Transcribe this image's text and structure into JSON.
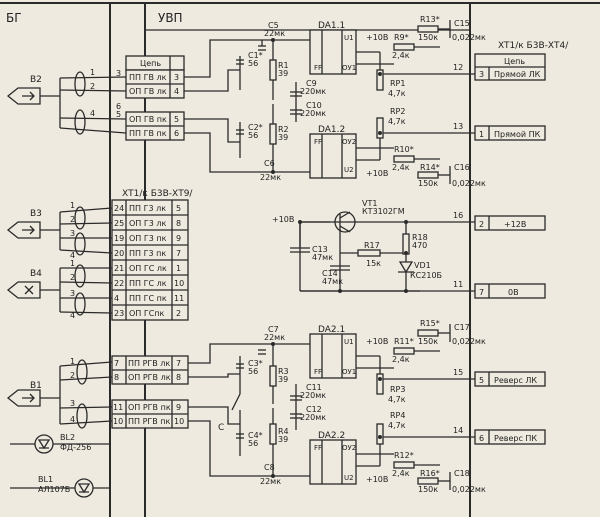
{
  "blocks": {
    "left": "БГ",
    "right": "УВП"
  },
  "connector_top": "XT1/к Б3В-XТ4/",
  "connector_mid": "XТ1/к Б3В-XТ9/",
  "plugs": [
    "B2",
    "B3",
    "B4",
    "B1"
  ],
  "led": [
    "BL2",
    "ФД-256",
    "BL1",
    "АЛ107Б"
  ],
  "left_term": {
    "top": [
      {
        "name": "Цепь",
        "n": ""
      },
      {
        "name": "ПП ГВ лк",
        "n": "3"
      },
      {
        "name": "ОП ГВ лк",
        "n": "4"
      },
      {
        "name": "ОП ГВ пк",
        "n": "5"
      },
      {
        "name": "ПП ГВ пк",
        "n": "6"
      }
    ],
    "mid": [
      {
        "n1": "24",
        "name": "ПП Г3 лк",
        "n": "5"
      },
      {
        "n1": "25",
        "name": "ОП Г3 лк",
        "n": "8"
      },
      {
        "n1": "19",
        "name": "ОП Г3 пк",
        "n": "9"
      },
      {
        "n1": "20",
        "name": "ПП Г3 пк",
        "n": "7"
      },
      {
        "n1": "21",
        "name": "ОП ГС лк",
        "n": "1"
      },
      {
        "n1": "22",
        "name": "ПП ГС лк",
        "n": "10"
      },
      {
        "n1": "4",
        "name": "ПП ГС пк",
        "n": "11"
      },
      {
        "n1": "23",
        "name": "ОП ГСпк",
        "n": "2"
      }
    ],
    "bot": [
      {
        "n1": "7",
        "name": "ПП РГВ лк",
        "n": "7"
      },
      {
        "n1": "8",
        "name": "ОП РГВ лк",
        "n": "8"
      },
      {
        "n1": "11",
        "name": "ОП РГВ пк",
        "n": "9"
      },
      {
        "n1": "10",
        "name": "ПП РГВ пк",
        "n": "10"
      }
    ]
  },
  "plug_pins": {
    "b2": [
      "1",
      "2",
      "3",
      "4",
      "5",
      "6"
    ],
    "b3": [
      "1",
      "2",
      "3",
      "4"
    ],
    "b4": [
      "1",
      "2",
      "3",
      "4"
    ],
    "b1": [
      "1",
      "2",
      "3",
      "4"
    ]
  },
  "right_term": [
    {
      "num": "",
      "name": "Цепь"
    },
    {
      "num": "3",
      "name": "Прямой ЛК"
    },
    {
      "num": "1",
      "name": "Прямой ПК"
    },
    {
      "num": "2",
      "name": "+12В"
    },
    {
      "num": "7",
      "name": "0В"
    },
    {
      "num": "5",
      "name": "Реверс ЛК"
    },
    {
      "num": "6",
      "name": "Реверс ПК"
    }
  ],
  "line_nums": [
    "12",
    "13",
    "16",
    "11",
    "15",
    "14"
  ],
  "opamps": [
    "DA1.1",
    "DA1.2",
    "DA2.1",
    "DA2.2"
  ],
  "opamp_pins": [
    "FF",
    "U1",
    "U2",
    "ОУ1",
    "ОУ2"
  ],
  "vplus": "+10В",
  "c_label": "С",
  "transistor": [
    "VT1",
    "КТ3102ГМ"
  ],
  "diode": [
    "VD1",
    "КС210Б"
  ],
  "components": [
    {
      "ref": "C5",
      "val": "22мк"
    },
    {
      "ref": "C1*",
      "val": "56"
    },
    {
      "ref": "R1",
      "val": "39"
    },
    {
      "ref": "C9",
      "val": "220мк"
    },
    {
      "ref": "C10",
      "val": "220мк"
    },
    {
      "ref": "C2*",
      "val": "56"
    },
    {
      "ref": "R2",
      "val": "39"
    },
    {
      "ref": "C6",
      "val": "22мк"
    },
    {
      "ref": "R9*",
      "val": "2,4к"
    },
    {
      "ref": "R13*",
      "val": "150к"
    },
    {
      "ref": "C15",
      "val": "0,022мк"
    },
    {
      "ref": "RP1",
      "val": "4,7к"
    },
    {
      "ref": "RP2",
      "val": "4,7к"
    },
    {
      "ref": "R10*",
      "val": "2,4к"
    },
    {
      "ref": "R14*",
      "val": "150к"
    },
    {
      "ref": "C16",
      "val": "0,022мк"
    },
    {
      "ref": "C13",
      "val": "47мк"
    },
    {
      "ref": "C14",
      "val": "47мк"
    },
    {
      "ref": "R17",
      "val": "15к"
    },
    {
      "ref": "R18",
      "val": "470"
    },
    {
      "ref": "C7",
      "val": "22мк"
    },
    {
      "ref": "C3*",
      "val": "56"
    },
    {
      "ref": "R3",
      "val": "39"
    },
    {
      "ref": "C11",
      "val": "220мк"
    },
    {
      "ref": "C12",
      "val": "220мк"
    },
    {
      "ref": "C4*",
      "val": "56"
    },
    {
      "ref": "R4",
      "val": "39"
    },
    {
      "ref": "C8",
      "val": "22мк"
    },
    {
      "ref": "R11*",
      "val": "2,4к"
    },
    {
      "ref": "R15*",
      "val": "150к"
    },
    {
      "ref": "C17",
      "val": "0,022мк"
    },
    {
      "ref": "RP3",
      "val": "4,7к"
    },
    {
      "ref": "RP4",
      "val": "4,7к"
    },
    {
      "ref": "R12*",
      "val": "2,4к"
    },
    {
      "ref": "R16*",
      "val": "150к"
    },
    {
      "ref": "C18",
      "val": "0,022мк"
    }
  ]
}
